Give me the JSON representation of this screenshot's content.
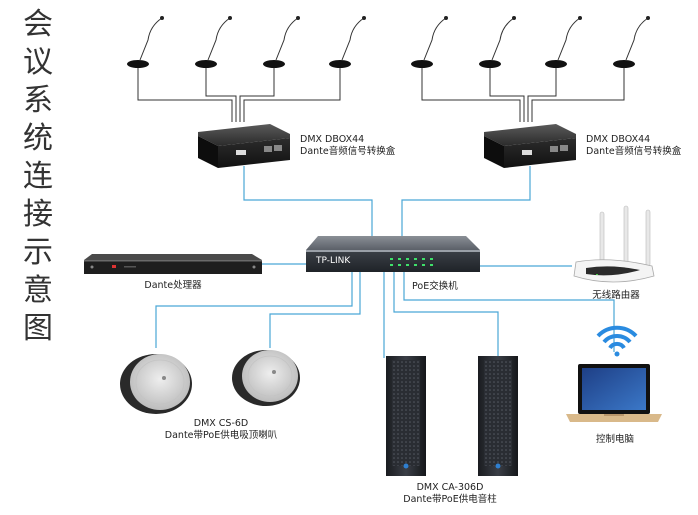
{
  "title": [
    "会",
    "议",
    "系",
    "统",
    "连",
    "接",
    "示",
    "意",
    "图"
  ],
  "dbox_left": {
    "model": "DMX DBOX44",
    "desc": "Dante音频信号转换盒"
  },
  "dbox_right": {
    "model": "DMX DBOX44",
    "desc": "Dante音频信号转换盒"
  },
  "switch": {
    "brand": "TP-LINK",
    "label": "PoE交换机"
  },
  "processor": {
    "label": "Dante处理器"
  },
  "router": {
    "label": "无线路由器"
  },
  "ceiling_speakers": {
    "model": "DMX CS-6D",
    "desc": "Dante带PoE供电吸顶喇叭"
  },
  "column_speakers": {
    "model": "DMX CA-306D",
    "desc": "Dante带PoE供电音柱"
  },
  "computer": {
    "label": "控制电脑"
  },
  "colors": {
    "wire": "#4aa6d6",
    "device": "#222222",
    "screen": "#2a4a8a",
    "gold": "#d9b98a"
  }
}
